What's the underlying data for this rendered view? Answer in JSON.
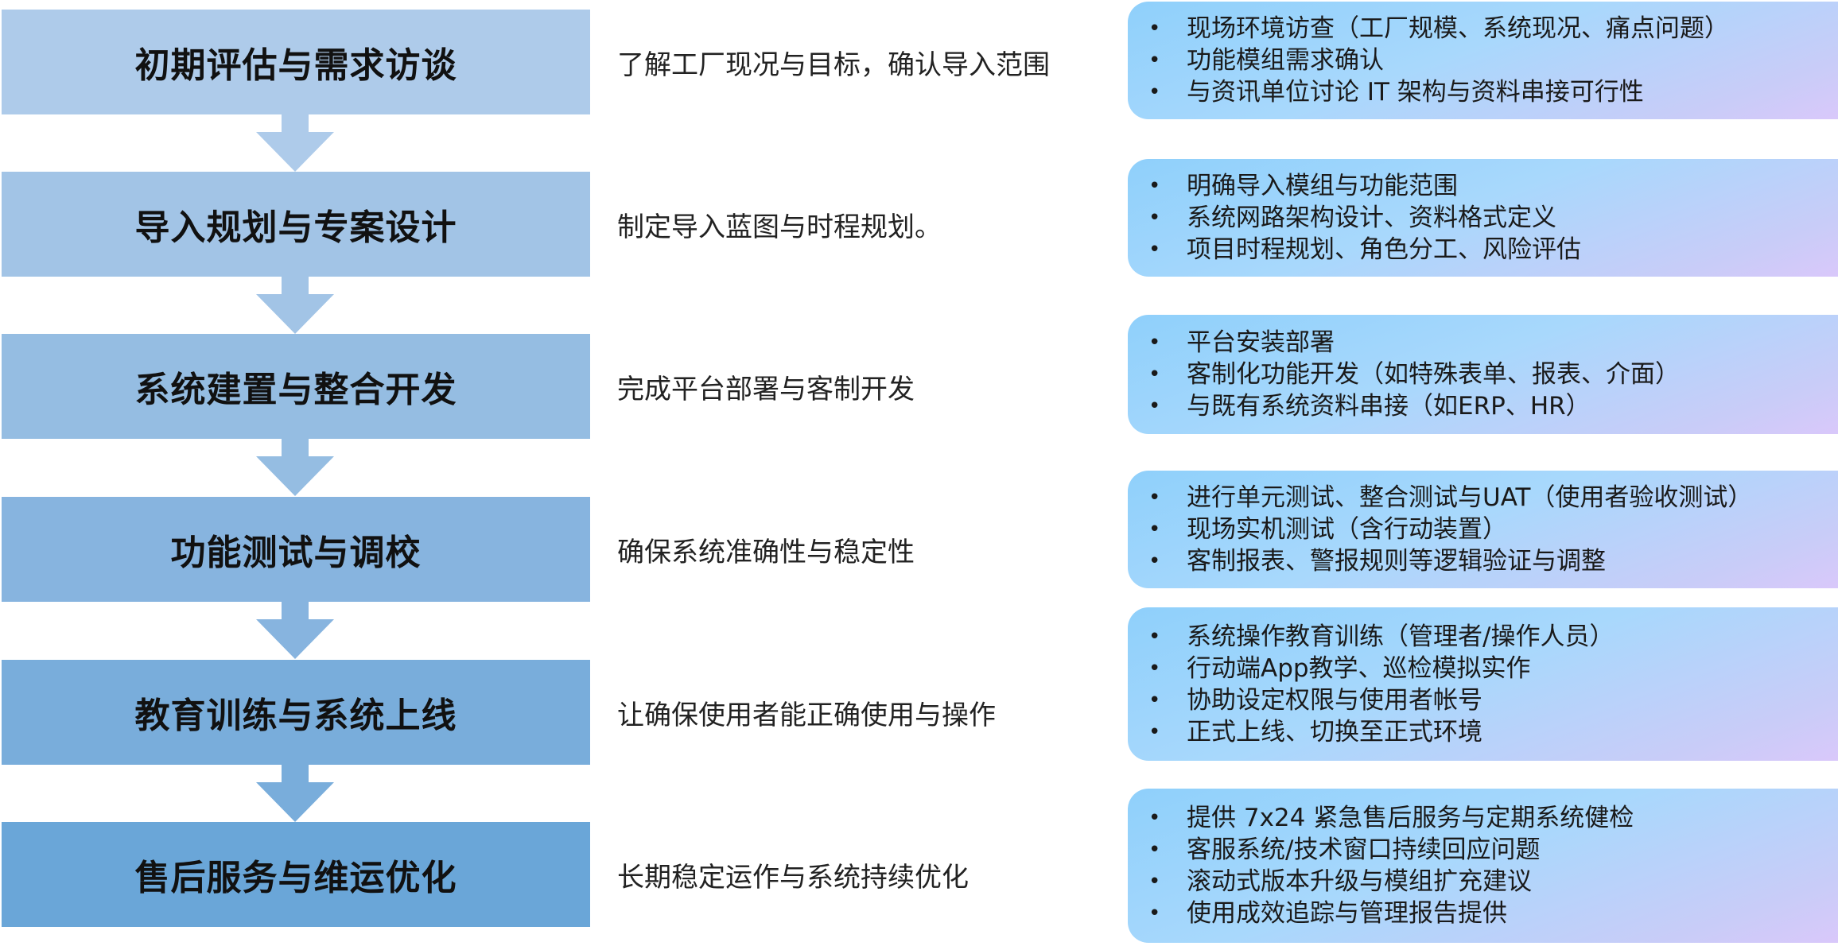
{
  "steps": [
    {
      "title": "初期评估与需求访谈",
      "color": "#aecbea",
      "description": "了解工厂现况与目标，确认导入范围",
      "details": [
        "现场环境访查（工厂规模、系统现况、痛点问题）",
        "功能模组需求确认",
        "与资讯单位讨论 IT 架构与资料串接可行性"
      ]
    },
    {
      "title": "导入规划与专案设计",
      "color": "#a2c4e6",
      "description": "制定导入蓝图与时程规划。",
      "details": [
        "明确导入模组与功能范围",
        "系统网路架构设计、资料格式定义",
        "项目时程规划、角色分工、风险评估"
      ]
    },
    {
      "title": "系统建置与整合开发",
      "color": "#95bde2",
      "description": "完成平台部署与客制开发",
      "details": [
        "平台安装部署",
        "客制化功能开发（如特殊表单、报表、介面）",
        "与既有系统资料串接（如ERP、HR）"
      ]
    },
    {
      "title": "功能测试与调校",
      "color": "#87b4df",
      "description": "确保系统准确性与稳定性",
      "details": [
        "进行单元测试、整合测试与UAT（使用者验收测试）",
        "现场实机测试（含行动装置）",
        "客制报表、警报规则等逻辑验证与调整"
      ]
    },
    {
      "title": "教育训练与系统上线",
      "color": "#79addb",
      "description": "让确保使用者能正确使用与操作",
      "details": [
        "系统操作教育训练（管理者/操作人员）",
        "行动端App教学、巡检模拟实作",
        "协助设定权限与使用者帐号",
        "正式上线、切换至正式环境"
      ]
    },
    {
      "title": "售后服务与维运优化",
      "color": "#6aa6d8",
      "description": "长期稳定运作与系统持续优化",
      "details": [
        "提供 7x24 紧急售后服务与定期系统健检",
        "客服系统/技术窗口持续回应问题",
        "滚动式版本升级与模组扩充建议",
        "使用成效追踪与管理报告提供"
      ]
    }
  ],
  "bullet_glyph": "•"
}
